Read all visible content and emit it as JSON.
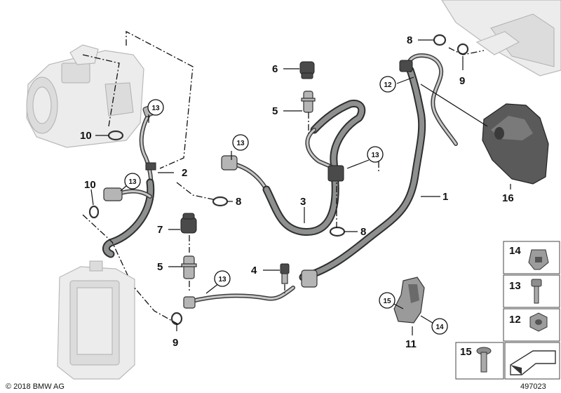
{
  "callouts": {
    "c1": "1",
    "c2": "2",
    "c3": "3",
    "c4": "4",
    "c5a": "5",
    "c5b": "5",
    "c6": "6",
    "c7": "7",
    "c8a": "8",
    "c8b": "8",
    "c8c": "8",
    "c9a": "9",
    "c9b": "9",
    "c10a": "10",
    "c10b": "10",
    "c11": "11",
    "c12": "12",
    "c13a": "13",
    "c13b": "13",
    "c13c": "13",
    "c13d": "13",
    "c13e": "13",
    "c14": "14",
    "c15": "15",
    "c16": "16"
  },
  "legend": {
    "l14": "14",
    "l13": "13",
    "l12": "12",
    "l15": "15"
  },
  "footer": {
    "copyright": "© 2018 BMW AG",
    "diagram_number": "497023"
  }
}
